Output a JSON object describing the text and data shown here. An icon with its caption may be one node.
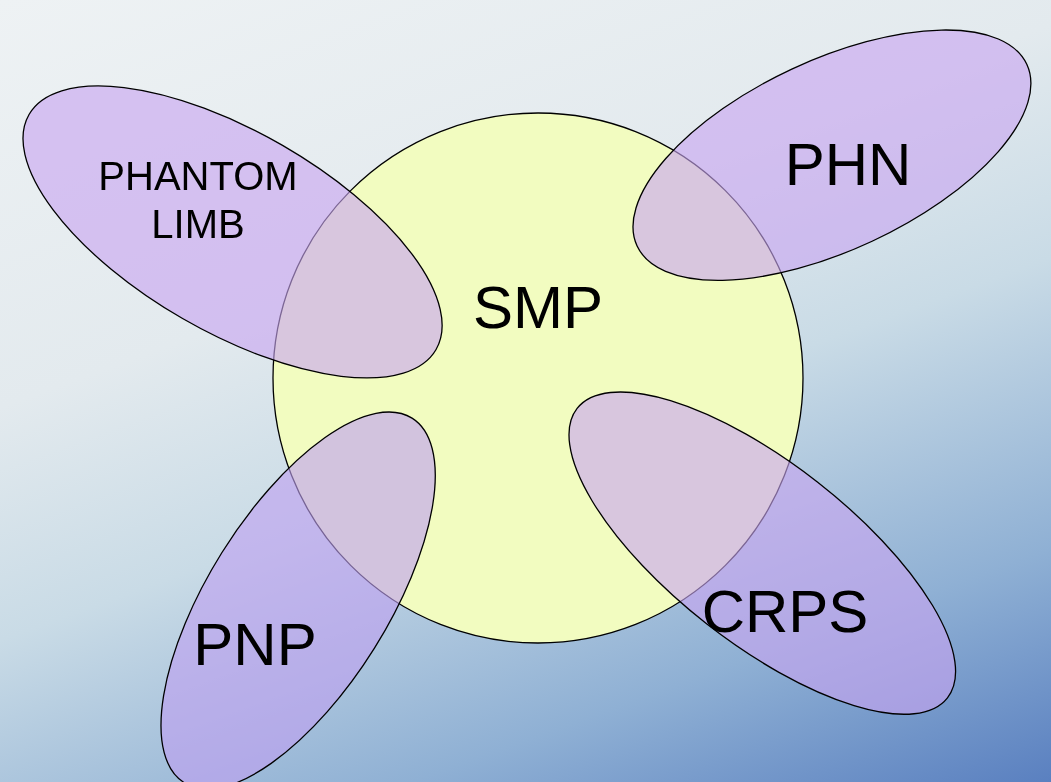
{
  "diagram": {
    "nodes": [
      {
        "text": [
          "PHANTOM LIMB"
        ]
      },
      {
        "text": [
          "PHN"
        ]
      },
      {
        "text": [
          "SMP"
        ]
      },
      {
        "text": [
          "PNP"
        ]
      },
      {
        "text": [
          "CRPS"
        ]
      }
    ]
  }
}
